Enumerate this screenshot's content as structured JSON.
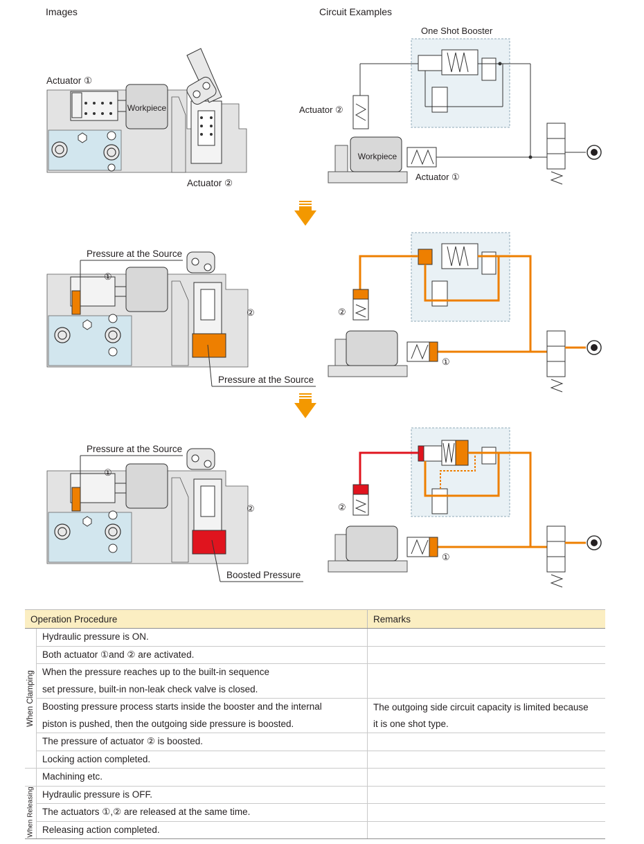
{
  "headers": {
    "images": "Images",
    "circuit": "Circuit Examples"
  },
  "labels": {
    "one_shot_booster": "One Shot Booster",
    "actuator1": "Actuator ①",
    "actuator2": "Actuator ②",
    "workpiece": "Workpiece",
    "pressure_source": "Pressure at the Source",
    "boosted_pressure": "Boosted Pressure",
    "num1": "①",
    "num2": "②"
  },
  "colors": {
    "source": "#ee7f00",
    "boosted": "#e0141e",
    "arrow": "#f39800",
    "body": "#e3e3e3",
    "header_bg": "#fbeec2"
  },
  "table": {
    "col_procedure": "Operation Procedure",
    "col_remarks": "Remarks",
    "group_clamping": "When Clamping",
    "group_releasing": "When Releasing",
    "rows": [
      {
        "text": "Hydraulic pressure is ON.",
        "remark": ""
      },
      {
        "text": "Both actuator ①and ② are activated.",
        "remark": ""
      },
      {
        "text1": "When the pressure reaches up to the built-in sequence",
        "text2": "set pressure, built-in non-leak check valve is closed.",
        "remark": ""
      },
      {
        "text1": "Boosting pressure process starts inside the booster and the internal",
        "text2": "piston is pushed, then the outgoing side pressure is boosted.",
        "remark1": "The outgoing side circuit capacity is limited because",
        "remark2": "it is one shot type."
      },
      {
        "text": "The pressure of actuator ② is boosted.",
        "remark": ""
      },
      {
        "text": "Locking action completed.",
        "remark": ""
      },
      {
        "text": "Machining etc.",
        "remark": ""
      },
      {
        "text": "Hydraulic pressure is OFF.",
        "remark": ""
      },
      {
        "text": "The actuators ①,② are released at the same time.",
        "remark": ""
      },
      {
        "text": "Releasing action completed.",
        "remark": ""
      }
    ]
  }
}
